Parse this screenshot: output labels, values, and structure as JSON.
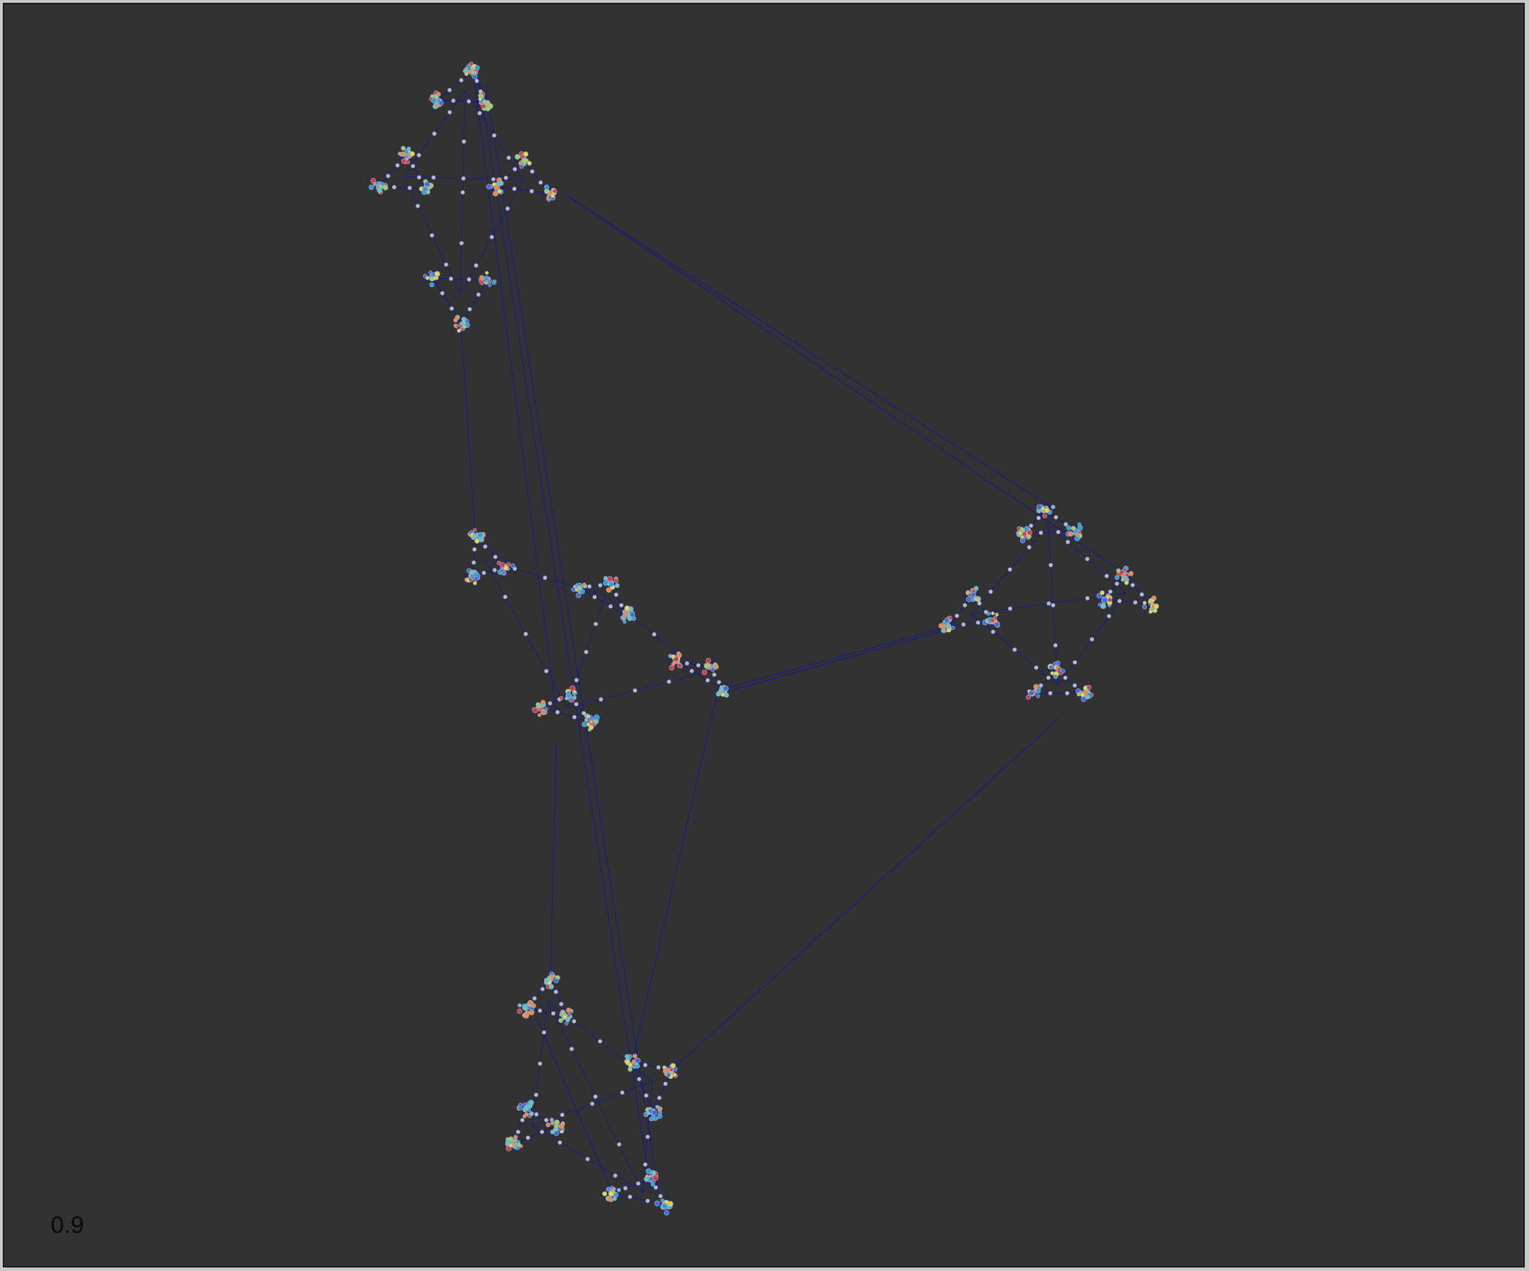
{
  "viewport": {
    "value_label": "0.9"
  },
  "colors": {
    "background": "#323232",
    "frame_border": "#1a1a1a",
    "edge": "#1a1a8c",
    "node_outline": "#9aa0c8",
    "node_palette": [
      "#2a9fd6",
      "#5cc8c0",
      "#9ad26a",
      "#e8d84a",
      "#f08a3c",
      "#d83a3a",
      "#3a6fd8"
    ]
  },
  "graph": {
    "description_levels": 3,
    "clusters_count": 4
  }
}
